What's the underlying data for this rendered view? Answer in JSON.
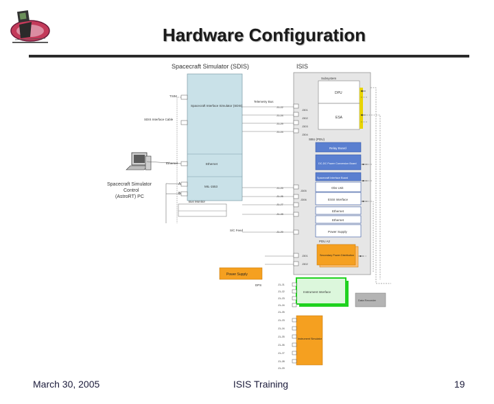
{
  "slide": {
    "title": "Hardware Configuration",
    "footer_date": "March 30, 2005",
    "footer_center": "ISIS Training",
    "page_number": "19"
  },
  "diagram": {
    "sdis_title": "Spacecraft Simulator (SDIS)",
    "isis_title": "ISIS",
    "sdis_interface": "Spacecraft Interface Simulator (SDIS)",
    "sdis_ethernet": "Ethernet",
    "sdis_1553": "MIL-1553",
    "telemetry_label": "Telemetry Bus",
    "tsim": "TSIM",
    "sdis_control_cable": "SDIS Interface Cable",
    "ethernet_label": "Ethernet",
    "port_a": "A",
    "port_b": "B",
    "sc_pc_line1": "Spacecraft Simulator",
    "sc_pc_line2": "Control",
    "sc_pc_line3": "(AstroRT) PC",
    "bus_monitor": "Bus Monitor",
    "sc_feed": "S/C Feed",
    "power_supply": "Power Supply",
    "dps": "DPS",
    "sub_a": "Subsystem",
    "dpu": "DPU",
    "esa": "ESA",
    "sbu": "SBU (PDU)",
    "sbu_relay": "Relay Board",
    "pdu_card": "DC-DC Power Conversion Board",
    "sc_interface_board": "Spacecraft Interface Board",
    "obs_box": "Obs Unit",
    "essi": "ESSI Interface",
    "ethernet_box": "Ethernet",
    "ethernet2_box": "Ethernet",
    "power_board": "Power Supply",
    "pdu_a2": "PDU A2",
    "orange_box": "Secondary Power Distribution",
    "green_box": "Instrument Interface",
    "grey_box": "Data Recorder",
    "bottom_orange": "Instrument Simulator",
    "connectors_left": [
      "J1-J2",
      "J1-J4",
      "J1-J9",
      "J1-J4"
    ],
    "connectors_mid": [
      "J1-J5",
      "J1-J6",
      "J1-J7",
      "J1-J8",
      "J1-J9"
    ],
    "connectors_lower": [
      "J1-J1",
      "J1-J2",
      "J1-J3",
      "J1-J4",
      "J1-J5"
    ],
    "connectors_bottom": [
      "J1-J3",
      "J1-J4",
      "J1-J5",
      "J1-J6",
      "J1-J7",
      "J1-J8",
      "J1-J9"
    ],
    "isis_ports": [
      "J301",
      "J302",
      "J303",
      "J304"
    ],
    "mid_ports": [
      "J305",
      "J306"
    ],
    "lower_ports": [
      "J301",
      "J302"
    ]
  },
  "colors": {
    "sdis_fill": "#c9e1e8",
    "isis_fill": "#e6e6e6",
    "blue_box": "#5a7fd0",
    "orange": "#f5a020",
    "green": "#1fd21f",
    "grey_box": "#b4b4b4",
    "yellow_arrow": "#e8d400"
  }
}
